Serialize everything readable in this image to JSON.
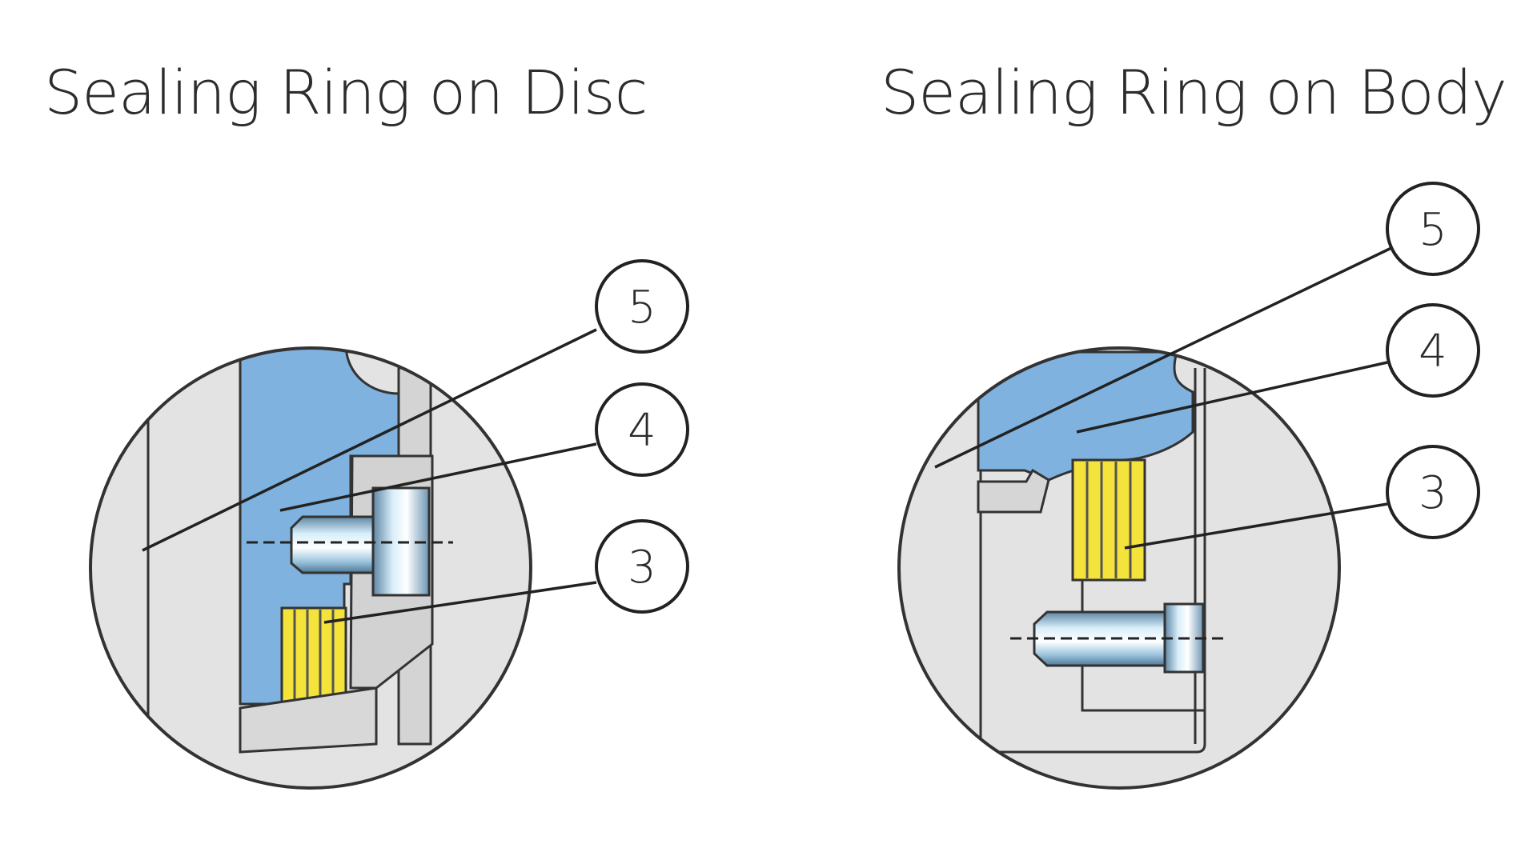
{
  "panels": [
    {
      "title": "Sealing Ring on Disc",
      "callouts": [
        "5",
        "4",
        "3"
      ]
    },
    {
      "title": "Sealing Ring on Body",
      "callouts": [
        "5",
        "4",
        "3"
      ]
    }
  ],
  "colors": {
    "disc_blue": "#7fb2de",
    "body_gray": "#e3e3e3",
    "seal_yellow": "#f3e33a",
    "outline": "#333333",
    "screw_steel": "#b9d9ee"
  }
}
